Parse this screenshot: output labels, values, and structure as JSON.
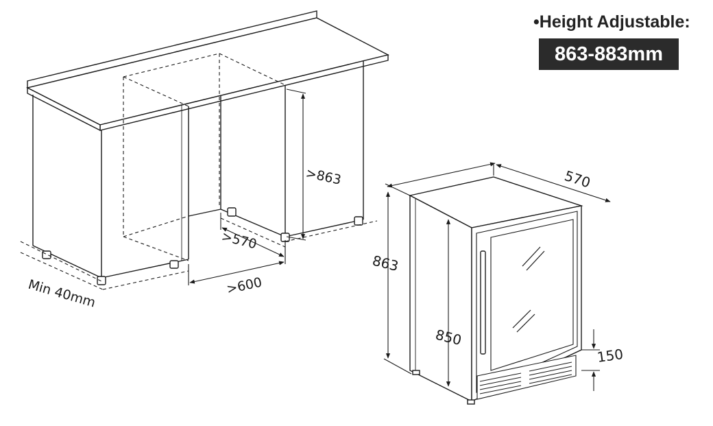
{
  "heading": {
    "bullet": "•",
    "text": "Height Adjustable:",
    "range": "863-883mm"
  },
  "cabinet": {
    "height_label": ">863",
    "depth_label": ">570",
    "width_label": ">600",
    "gap_label": "Min 40mm"
  },
  "appliance": {
    "depth_label": "570",
    "total_height_label": "863",
    "body_height_label": "850",
    "plinth_label": "150"
  },
  "colors": {
    "line": "#1a1a1a",
    "badge_bg": "#2b2b2b",
    "badge_text": "#ffffff"
  }
}
